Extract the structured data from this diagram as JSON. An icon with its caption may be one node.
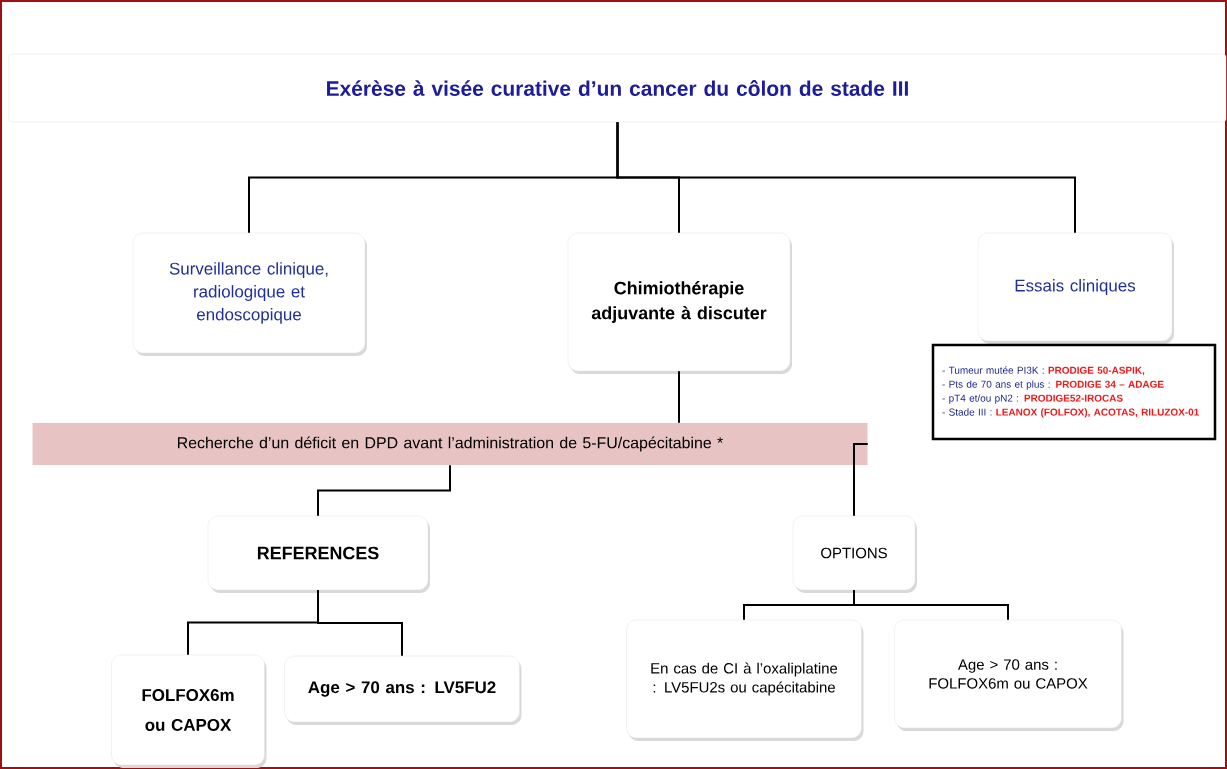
{
  "diagram": {
    "nodes": [
      {
        "text": [
          "Exérèse à visée curative d’un cancer du côlon de stade III"
        ]
      },
      {
        "text": [
          "Surveillance clinique, radiologique et endoscopique"
        ]
      },
      {
        "text": [
          "Chimiothérapie adjuvante à discuter"
        ]
      },
      {
        "text": [
          "Essais cliniques"
        ]
      },
      {
        "text": [
          "- Tumeur mutée PI3K : **PRODIGE 50-ASPIK,**",
          "- Pts de 70 ans et plus : **PRODIGE 34 – ADAGE**",
          "- pT4 et/ou pN2 : **PRODIGE52-IROCAS**",
          "- Stade III : **LEANOX (FOLFOX), ACOTAS, RILUZOX-01**"
        ]
      },
      {
        "text": [
          "Recherche d’un déficit en DPD avant l’administration de 5-FU/capécitabine *"
        ]
      },
      {
        "text": [
          "REFERENCES"
        ]
      },
      {
        "text": [
          "OPTIONS"
        ]
      },
      {
        "text": [
          "FOLFOX6m ou CAPOX"
        ]
      },
      {
        "text": [
          "Age > 70 ans : LV5FU2"
        ]
      },
      {
        "text": [
          "En cas de CI à l’oxaliplatine : LV5FU2s ou capécitabine"
        ]
      },
      {
        "text": [
          "Age > 70 ans : FOLFOX6m ou CAPOX"
        ]
      }
    ],
    "edges": [
      {
        "from": 0,
        "to": 1,
        "arrow": "none"
      },
      {
        "from": 0,
        "to": 2,
        "arrow": "none"
      },
      {
        "from": 0,
        "to": 3,
        "arrow": "none"
      },
      {
        "from": 2,
        "to": 5,
        "arrow": "none"
      },
      {
        "from": 5,
        "to": 6,
        "arrow": "none"
      },
      {
        "from": 5,
        "to": 7,
        "arrow": "none"
      },
      {
        "from": 6,
        "to": 8,
        "arrow": "none"
      },
      {
        "from": 6,
        "to": 9,
        "arrow": "none"
      },
      {
        "from": 7,
        "to": 10,
        "arrow": "none"
      },
      {
        "from": 7,
        "to": 11,
        "arrow": "none"
      }
    ]
  }
}
